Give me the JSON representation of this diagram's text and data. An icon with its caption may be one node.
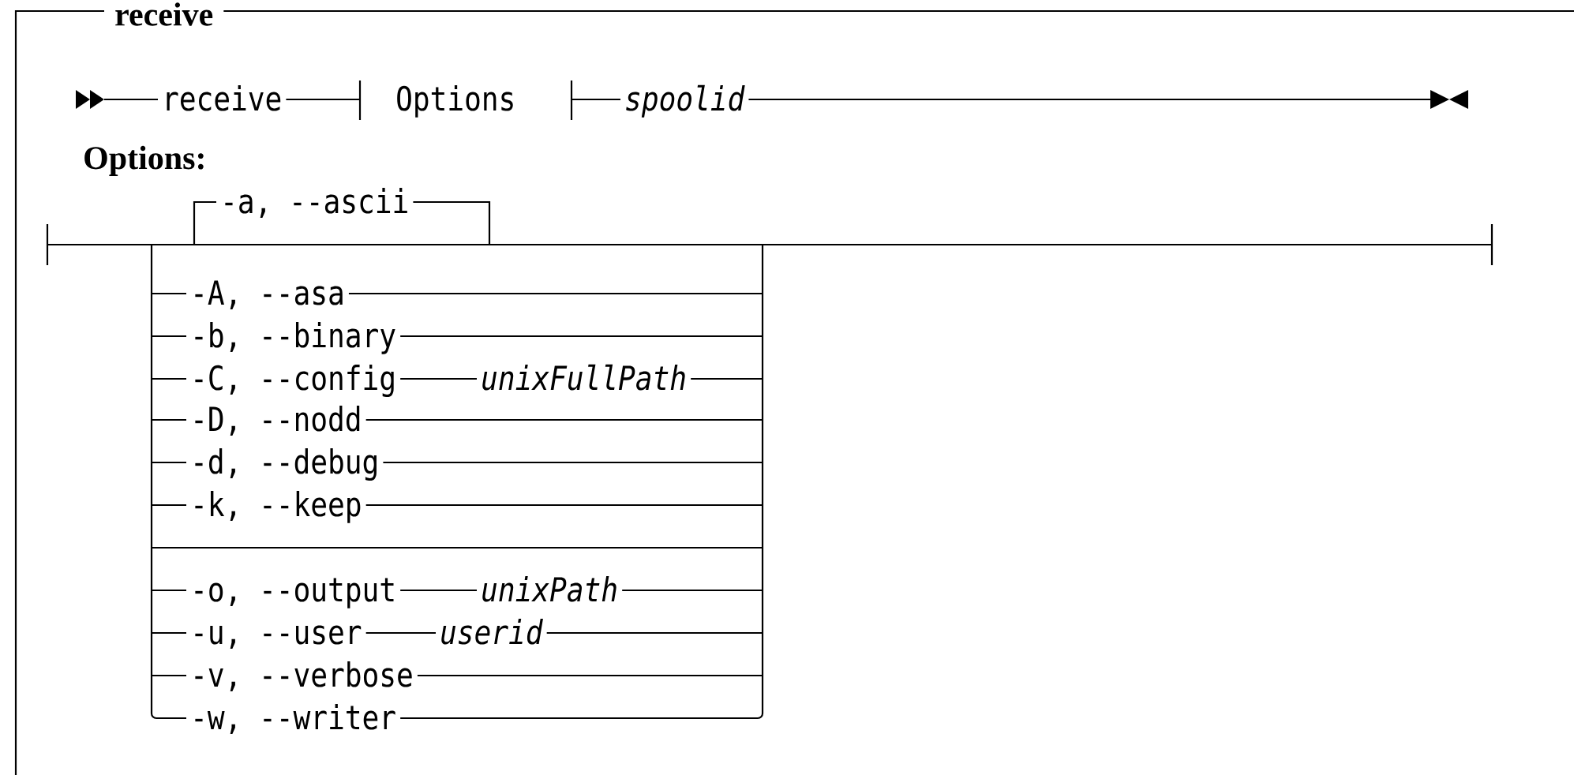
{
  "diagram": {
    "title": "receive",
    "labels": [
      "receive",
      "Options",
      "spoolid",
      "Options:",
      "-a, --ascii",
      "-A, --asa",
      "-b, --binary",
      "-C, --config",
      "unixFullPath",
      "-D, --nodd",
      "-d, --debug",
      "-k, --keep",
      "-o, --output",
      "unixPath",
      "-u, --user",
      "userid",
      "-v, --verbose",
      "-w, --writer"
    ]
  }
}
